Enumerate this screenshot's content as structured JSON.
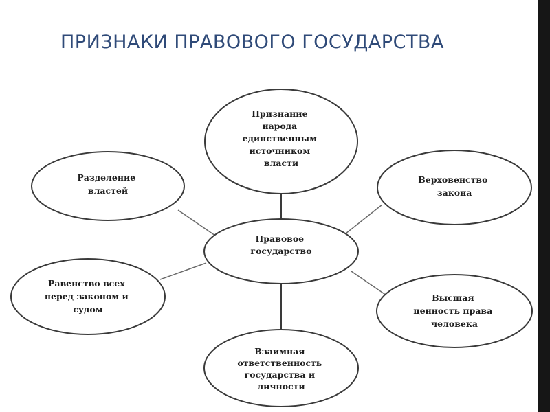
{
  "title": "ПРИЗНАКИ ПРАВОВОГО ГОСУДАРСТВА",
  "colors": {
    "title": "#2f4a78",
    "outline": "#3a3a3a",
    "text": "#1e1e1e",
    "side_bar": "#161616"
  },
  "center_node": {
    "lines": [
      "Правовое",
      "государство"
    ]
  },
  "nodes": [
    {
      "id": "top",
      "lines": [
        "Признание",
        "народа",
        "единственным",
        "источником",
        "власти"
      ]
    },
    {
      "id": "left-upper",
      "lines": [
        "Разделение",
        "властей"
      ]
    },
    {
      "id": "right-upper",
      "lines": [
        "Верховенство",
        "закона"
      ]
    },
    {
      "id": "left-lower",
      "lines": [
        "Равенство всех",
        "перед законом и",
        "судом"
      ]
    },
    {
      "id": "right-lower",
      "lines": [
        "Высшая",
        "ценность права",
        "человека"
      ]
    },
    {
      "id": "bottom",
      "lines": [
        "Взаимная",
        "ответственность",
        "государства и",
        "личности"
      ]
    }
  ]
}
